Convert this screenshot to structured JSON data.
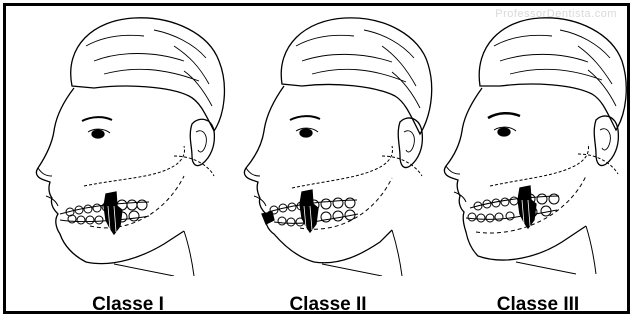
{
  "watermark": "ProfessorDentista.com",
  "captions": [
    "Classe I",
    "Classe II",
    "Classe III"
  ],
  "figures": [
    {
      "id": "class-1",
      "icon": "head-profile-class-1"
    },
    {
      "id": "class-2",
      "icon": "head-profile-class-2"
    },
    {
      "id": "class-3",
      "icon": "head-profile-class-3"
    }
  ]
}
